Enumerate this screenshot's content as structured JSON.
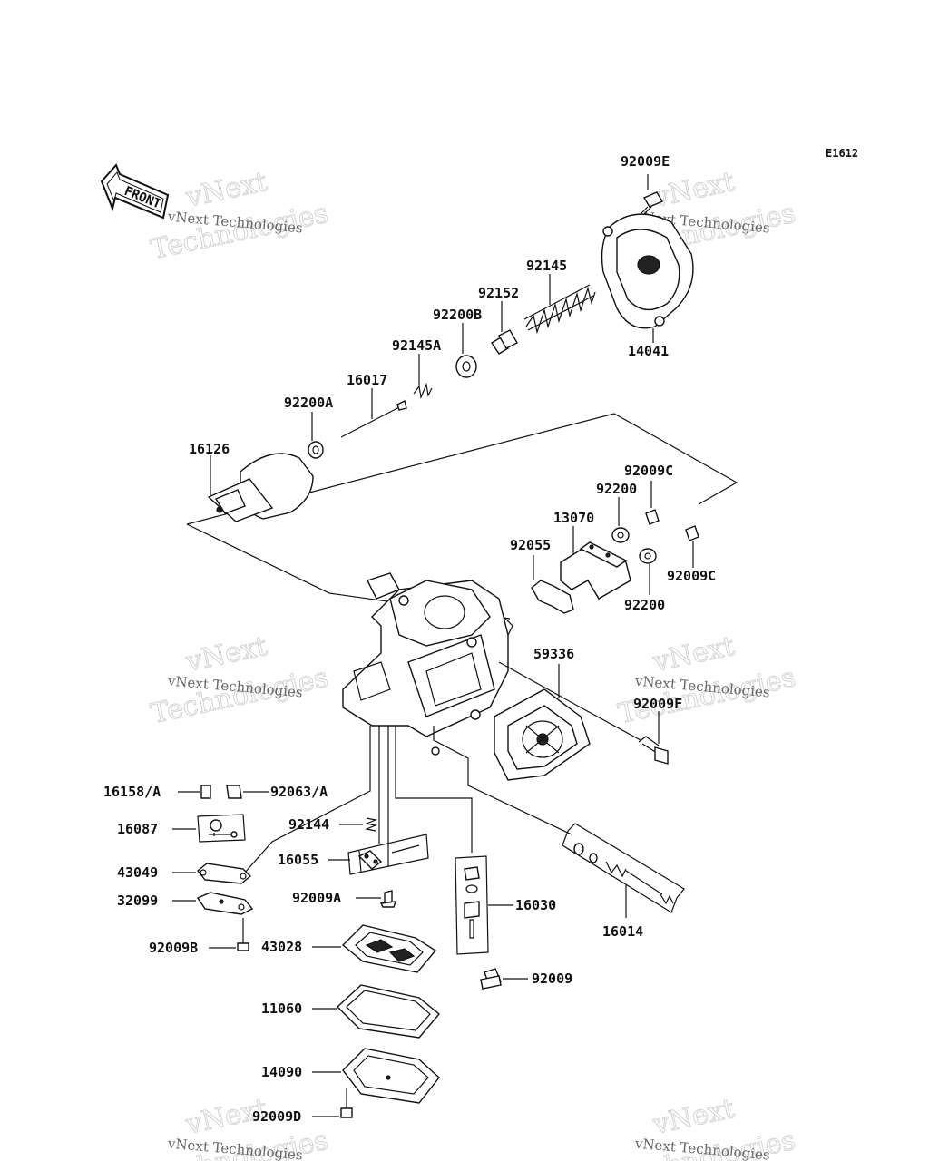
{
  "diagram_code": "E1612",
  "front_arrow_text": "FRONT",
  "watermark": {
    "small_text": "vNext Technologies",
    "big_line1": "vNext",
    "big_line2": "Technologies"
  },
  "parts": {
    "p92009E": "92009E",
    "p14041": "14041",
    "p92145": "92145",
    "p92152": "92152",
    "p92200B": "92200B",
    "p92145A": "92145A",
    "p16017": "16017",
    "p92200A": "92200A",
    "p16126": "16126",
    "p92009C_top": "92009C",
    "p92200_top": "92200",
    "p13070": "13070",
    "p92055": "92055",
    "p92009C_right": "92009C",
    "p92200_bottom": "92200",
    "p59336": "59336",
    "p92009F": "92009F",
    "p16158A": "16158/A",
    "p92063A": "92063/A",
    "p16087": "16087",
    "p92144": "92144",
    "p43049": "43049",
    "p16055": "16055",
    "p92009A": "92009A",
    "p32099": "32099",
    "p16030": "16030",
    "p16014": "16014",
    "p92009B": "92009B",
    "p43028": "43028",
    "p92009": "92009",
    "p11060": "11060",
    "p14090": "14090",
    "p92009D": "92009D"
  }
}
